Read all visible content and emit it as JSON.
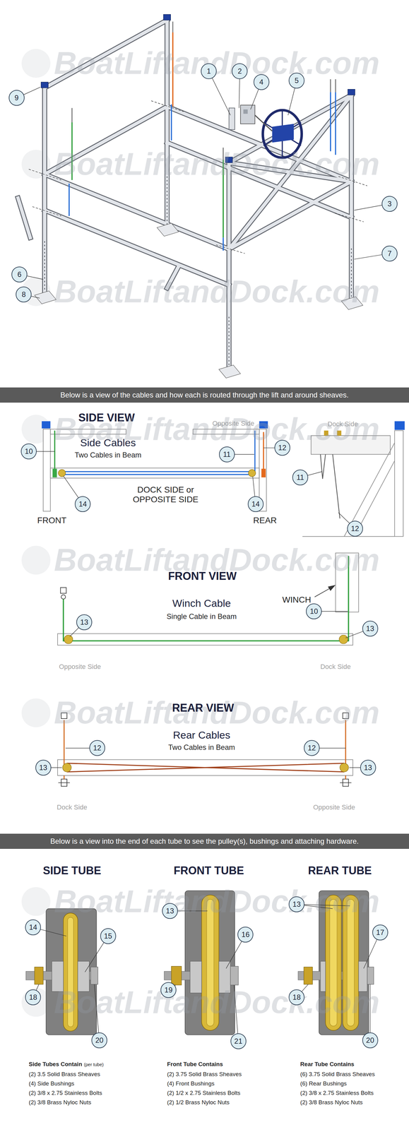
{
  "diagram": {
    "nodes": [
      {
        "text": [
          "1"
        ]
      },
      {
        "text": [
          "2"
        ]
      },
      {
        "text": [
          "4"
        ]
      },
      {
        "text": [
          "5"
        ]
      },
      {
        "text": [
          "9"
        ]
      },
      {
        "text": [
          "3"
        ]
      },
      {
        "text": [
          "7"
        ]
      },
      {
        "text": [
          "6"
        ]
      },
      {
        "text": [
          "8"
        ]
      },
      {
        "text": [
          "Below is a view of the cables and how each is routed through the lift and around sheaves."
        ]
      },
      {
        "text": [
          "10"
        ]
      },
      {
        "text": [
          "11"
        ]
      },
      {
        "text": [
          "12"
        ]
      },
      {
        "text": [
          "11"
        ]
      },
      {
        "text": [
          "14"
        ]
      },
      {
        "text": [
          "14"
        ]
      },
      {
        "text": [
          "12"
        ]
      },
      {
        "text": [
          "10"
        ]
      },
      {
        "text": [
          "13"
        ]
      },
      {
        "text": [
          "13"
        ]
      },
      {
        "text": [
          "12"
        ]
      },
      {
        "text": [
          "12"
        ]
      },
      {
        "text": [
          "13"
        ]
      },
      {
        "text": [
          "13"
        ]
      },
      {
        "text": [
          "Below is a view into the end of each tube to see the pulley(s), bushings and attaching hardware."
        ]
      },
      {
        "text": [
          "13"
        ]
      },
      {
        "text": [
          "13"
        ]
      },
      {
        "text": [
          "14"
        ]
      },
      {
        "text": [
          "17"
        ]
      },
      {
        "text": [
          "16"
        ]
      },
      {
        "text": [
          "15"
        ]
      },
      {
        "text": [
          "19"
        ]
      },
      {
        "text": [
          "18"
        ]
      },
      {
        "text": [
          "18"
        ]
      },
      {
        "text": [
          "21"
        ]
      },
      {
        "text": [
          "20"
        ]
      },
      {
        "text": [
          "20"
        ]
      }
    ],
    "labels": [
      "BoatLiftandDock.com",
      "BoatLiftandDock.com",
      "BoatLiftandDock.com",
      "SIDE VIEW",
      "Opposite Side",
      "Dock Side",
      "Side Cables",
      "Two Cables in Beam",
      "BoatLiftandDock.com",
      "DOCK SIDE or OPPOSITE SIDE",
      "FRONT",
      "REAR",
      "BoatLiftandDock.com",
      "FRONT VIEW",
      "WINCH",
      "Winch Cable",
      "Single Cable in Beam",
      "Opposite Side",
      "Dock Side",
      "BoatLiftandDock.com",
      "REAR VIEW",
      "Rear Cables",
      "Two Cables in Beam",
      "Dock Side",
      "Opposite Side",
      "BoatLiftandDock.com",
      "SIDE TUBE",
      "FRONT TUBE",
      "REAR TUBE",
      "BoatLiftandDock.com",
      "Side Tubes Contain",
      "(per tube)",
      "(2) 3.5 Solid Brass Sheaves",
      "(4) Side Bushings",
      "(2) 3/8 x 2.75 Stainless Bolts",
      "(2) 3/8 Brass Nyloc Nuts",
      "Front Tube Contains",
      "(2) 3.75 Solid Brass Sheaves",
      "(4) Front Bushings",
      "(2) 1/2 x 2.75 Stainless Bolts",
      "(2) 1/2 Brass Nyloc Nuts",
      "Rear Tube Contains",
      "(6) 3.75 Solid Brass Sheaves",
      "(6) Rear Bushings",
      "(2) 3/8 x 2.75 Stainless Bolts",
      "(2) 3/8 Brass Nyloc Nuts"
    ]
  }
}
